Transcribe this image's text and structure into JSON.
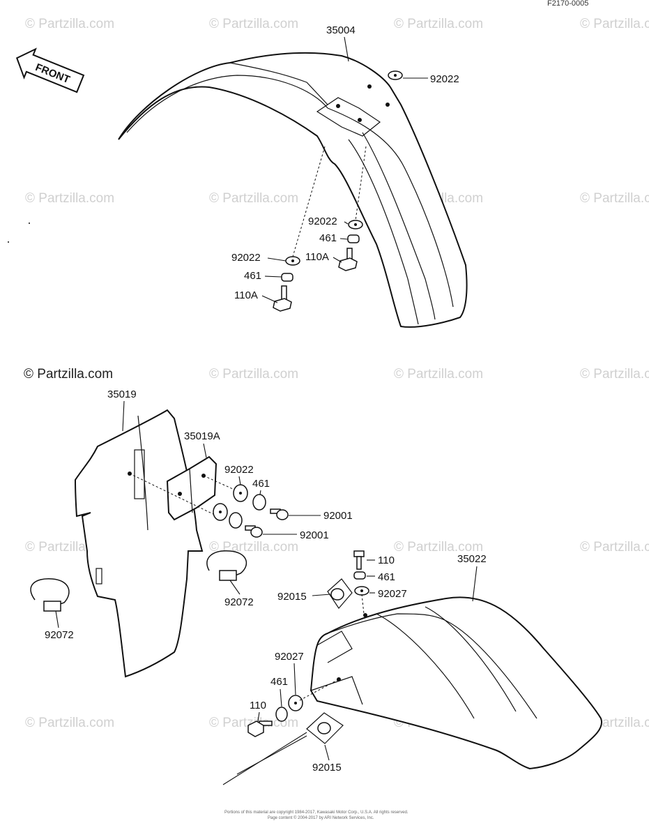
{
  "diagram_code": "F2170-0005",
  "watermark_text": "© Partzilla.com",
  "copyright_lines": [
    "Portions of this material are copyright 1984-2017, Kawasaki Motor Corp., U.S.A. All rights reserved.",
    "Page content © 2004-2017 by ARI Network Services, Inc."
  ],
  "front_indicator": "FRONT",
  "callouts": {
    "front_fender": "35004",
    "washer_92022_top": "92022",
    "washer_92022_mid_right": "92022",
    "washer_92022_mid_left": "92022",
    "damper_461_right": "461",
    "damper_461_left": "461",
    "bolt_110a_right": "110A",
    "bolt_110a_left": "110A",
    "mud_flap": "35019",
    "mud_flap_plate": "35019A",
    "washer_92022_flap": "92022",
    "damper_461_flap": "461",
    "bolt_92001_upper": "92001",
    "bolt_92001_lower": "92001",
    "clamp_92072_right": "92072",
    "clamp_92072_left": "92072",
    "rear_fender": "35022",
    "bolt_110_upper": "110",
    "damper_461_rear_upper": "461",
    "nut_92015_upper": "92015",
    "washer_92027_upper": "92027",
    "washer_92027_lower": "92027",
    "damper_461_rear_lower": "461",
    "bolt_110_lower": "110",
    "nut_92015_lower": "92015"
  },
  "colors": {
    "line": "#111111",
    "watermark": "#d0d0d0",
    "background": "#ffffff"
  }
}
